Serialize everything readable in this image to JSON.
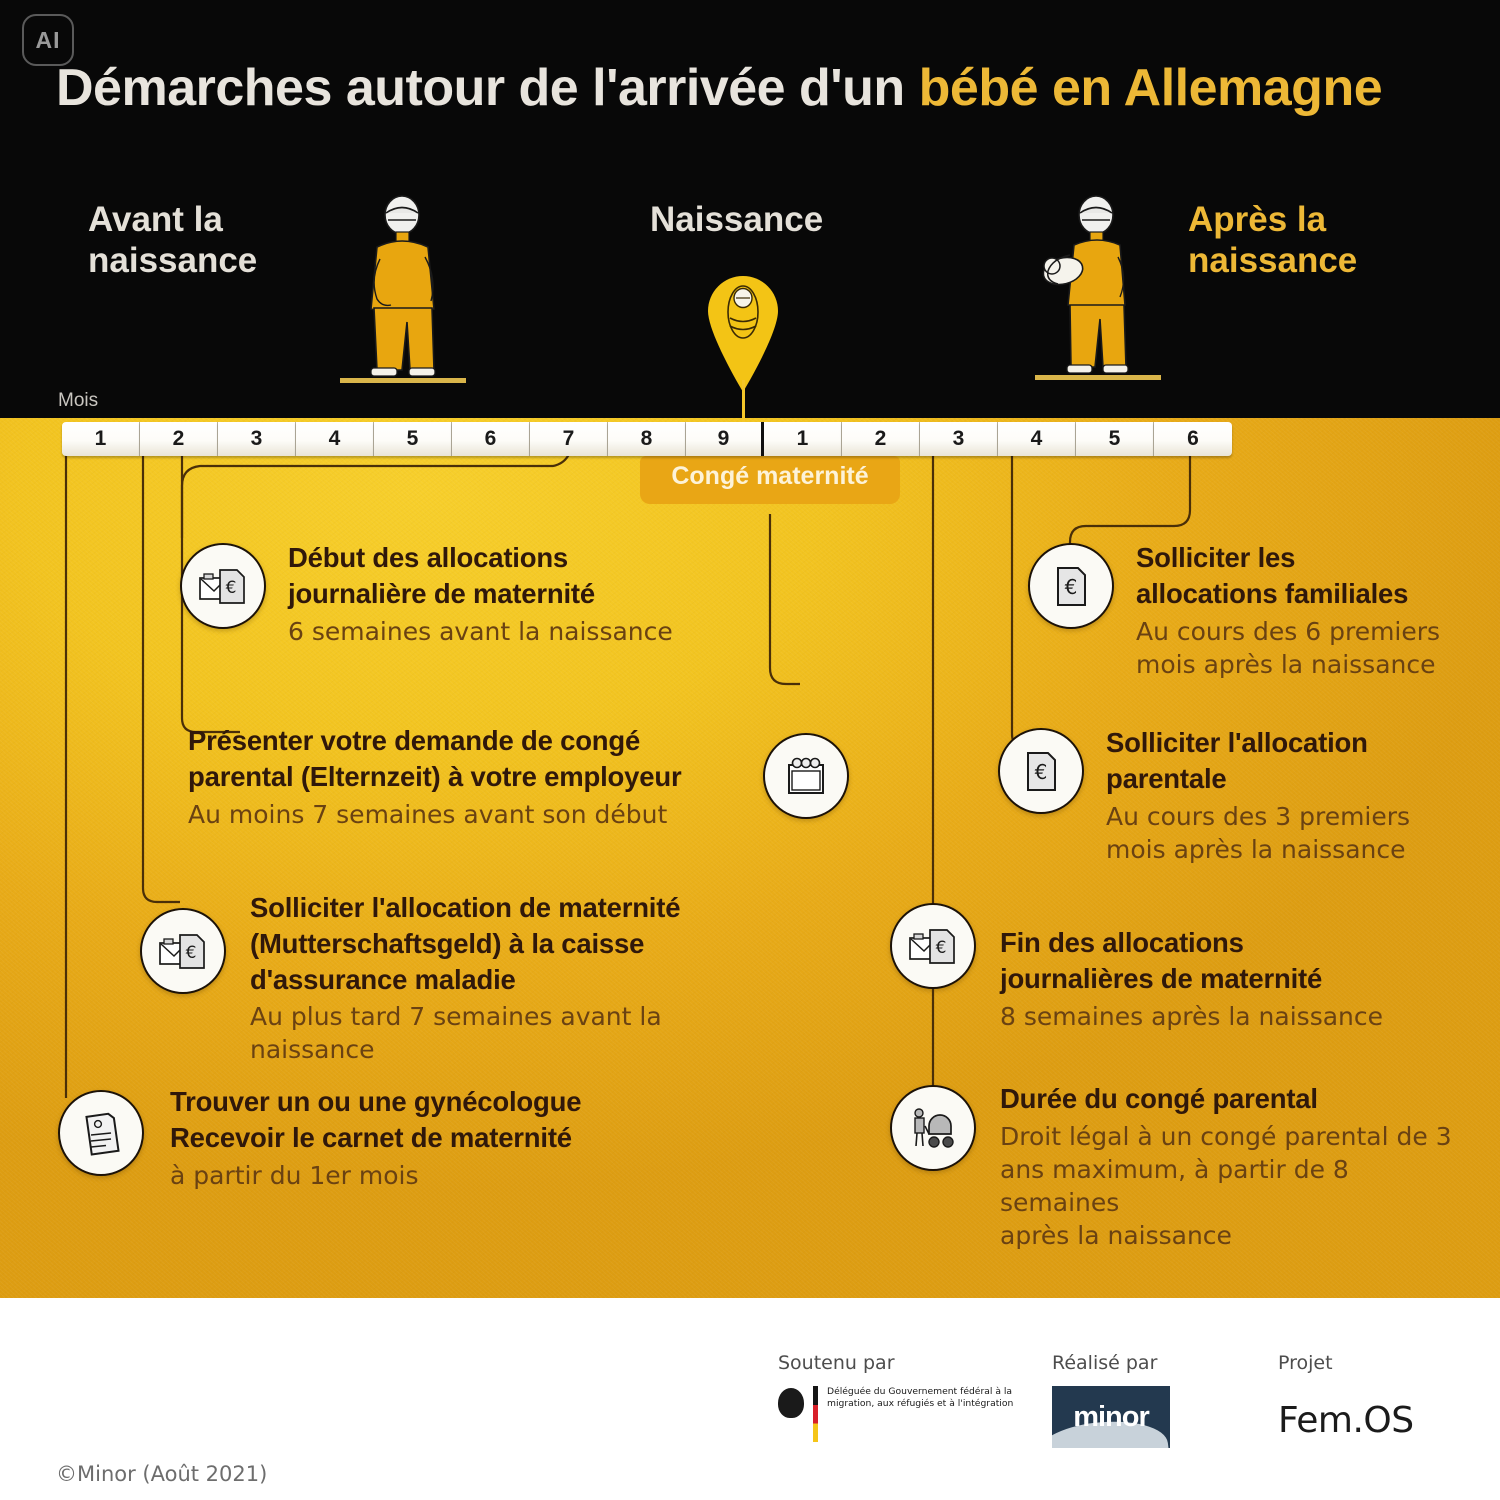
{
  "badge": {
    "label": "AI"
  },
  "header": {
    "title_main": "Démarches autour de l'arrivée d'un ",
    "title_gold": "bébé en Allemagne",
    "phase_before": "Avant la\nnaissance",
    "phase_birth": "Naissance",
    "phase_after": "Après la\nnaissance",
    "mois_label": "Mois",
    "icons": {
      "pregnant": "pregnant-person-icon",
      "parent_baby": "parent-holding-baby-icon",
      "birth_pin": "baby-map-pin-icon"
    }
  },
  "timeline": {
    "before_months": [
      "1",
      "2",
      "3",
      "4",
      "5",
      "6",
      "7",
      "8",
      "9"
    ],
    "after_months": [
      "1",
      "2",
      "3",
      "4",
      "5",
      "6"
    ],
    "maternity_leave_label": "Congé maternité"
  },
  "left_column": [
    {
      "title": "Début des allocations\njournalière de maternité",
      "subtitle": "6 semaines avant la naissance",
      "icon": "envelope-euro-document-icon"
    },
    {
      "title": "Présenter votre demande de congé\nparental (Elternzeit) à votre employeur",
      "subtitle": "Au moins 7 semaines avant son début",
      "icon": "calendar-icon"
    },
    {
      "title": "Solliciter l'allocation de maternité\n(Mutterschaftsgeld) à la caisse\nd'assurance maladie",
      "subtitle": "Au plus tard 7 semaines avant la naissance",
      "icon": "envelope-euro-document-icon"
    },
    {
      "title": "Trouver un ou une gynécologue\nRecevoir le carnet de maternité",
      "subtitle": "à partir du 1er mois",
      "icon": "document-icon"
    }
  ],
  "right_column": [
    {
      "title": "Solliciter les\nallocations familiales",
      "subtitle": "Au cours des 6 premiers\nmois après la naissance",
      "icon": "euro-document-icon"
    },
    {
      "title": "Solliciter l'allocation\nparentale",
      "subtitle": "Au cours des 3 premiers\nmois après la naissance",
      "icon": "euro-document-icon"
    },
    {
      "title": "Fin des allocations\njournalières de maternité",
      "subtitle": "8 semaines après la naissance",
      "icon": "envelope-euro-document-icon"
    },
    {
      "title": "Durée du congé parental",
      "subtitle": "Droit légal à un congé parental de 3\nans maximum, à partir de 8 semaines\naprès la naissance",
      "icon": "stroller-icon"
    }
  ],
  "footer": {
    "copyright": "©Minor (Août 2021)",
    "credits": [
      {
        "label": "Soutenu par",
        "logo_text": "Déléguée du Gouvernement fédéral à la migration, aux réfugiés et à l'intégration"
      },
      {
        "label": "Réalisé par",
        "logo_text": "minor"
      },
      {
        "label": "Projet",
        "logo_text": "Fem.OS"
      }
    ]
  },
  "colors": {
    "black": "#080808",
    "gold": "#edb836",
    "yellow_bg": "#f2c420",
    "amber_band": "#e9a615",
    "title_brown": "#30180a",
    "sub_brown": "#6a4212"
  }
}
